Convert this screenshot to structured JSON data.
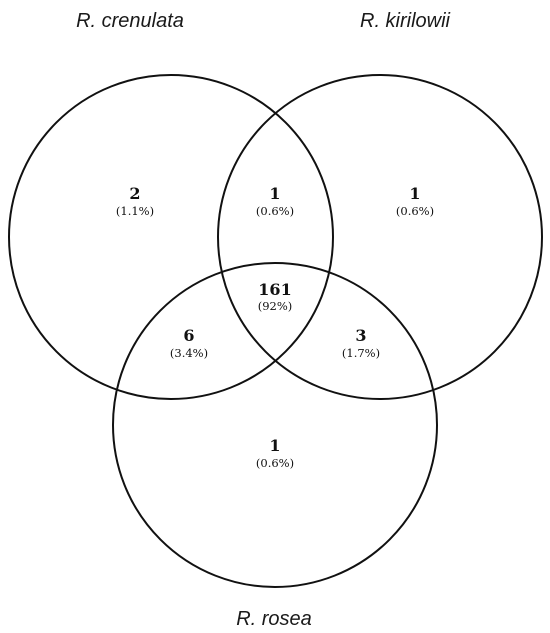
{
  "sets": {
    "crenulata": "R. crenulata",
    "kirilowii": "R. kirilowii",
    "rosea": "R. rosea"
  },
  "regions": {
    "crenulata_only": {
      "count": "2",
      "percent": "(1.1%)"
    },
    "crenulata_kirilowii": {
      "count": "1",
      "percent": "(0.6%)"
    },
    "kirilowii_only": {
      "count": "1",
      "percent": "(0.6%)"
    },
    "all_three": {
      "count": "161",
      "percent": "(92%)"
    },
    "crenulata_rosea": {
      "count": "6",
      "percent": "(3.4%)"
    },
    "kirilowii_rosea": {
      "count": "3",
      "percent": "(1.7%)"
    },
    "rosea_only": {
      "count": "1",
      "percent": "(0.6%)"
    }
  },
  "colors": {
    "stroke": "#111111",
    "background": "#ffffff"
  }
}
